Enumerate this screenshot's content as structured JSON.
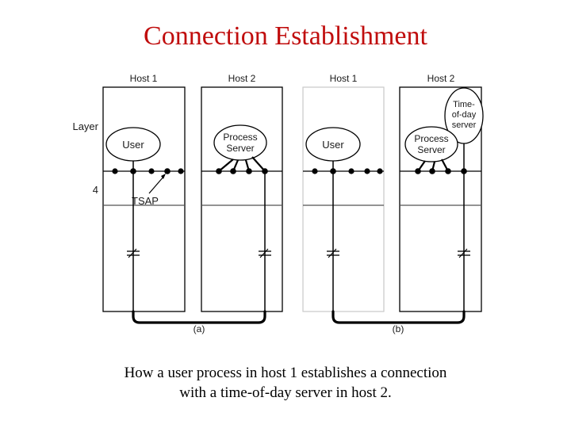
{
  "slide": {
    "title": "Connection Establishment",
    "title_color": "#C00D0D",
    "background_color": "#FFFFFF"
  },
  "figure": {
    "layer_label": "Layer",
    "layer_number": "4",
    "tsap_label": "TSAP",
    "panels": [
      {
        "id": "a",
        "caption": "(a)",
        "hosts": [
          {
            "name": "Host 1",
            "processes": [
              {
                "label_lines": [
                  "User"
                ],
                "shape": "ellipse"
              }
            ],
            "tsap_dots": 5,
            "connected_dot_index": 1,
            "tsap_annotation": "TSAP",
            "tsap_annotation_dot_index": 3
          },
          {
            "name": "Host 2",
            "processes": [
              {
                "label_lines": [
                  "Process",
                  "Server"
                ],
                "shape": "ellipse"
              }
            ],
            "tsap_dots": 4,
            "server_legs": 4,
            "connected_dot_index": 3
          }
        ]
      },
      {
        "id": "b",
        "caption": "(b)",
        "hosts": [
          {
            "name": "Host 1",
            "processes": [
              {
                "label_lines": [
                  "User"
                ],
                "shape": "ellipse"
              }
            ],
            "tsap_dots": 5,
            "connected_dot_index": 1
          },
          {
            "name": "Host 2",
            "processes": [
              {
                "label_lines": [
                  "Process",
                  "Server"
                ],
                "shape": "ellipse"
              },
              {
                "label_lines": [
                  "Time-",
                  "of-day",
                  "server"
                ],
                "shape": "ellipse"
              }
            ],
            "tsap_dots": 4,
            "server_legs": 3,
            "connected_dot_index": 3
          }
        ]
      }
    ]
  },
  "caption": {
    "line1": "How a user process in host 1 establishes a connection",
    "line2": "with a time-of-day server in host 2."
  }
}
